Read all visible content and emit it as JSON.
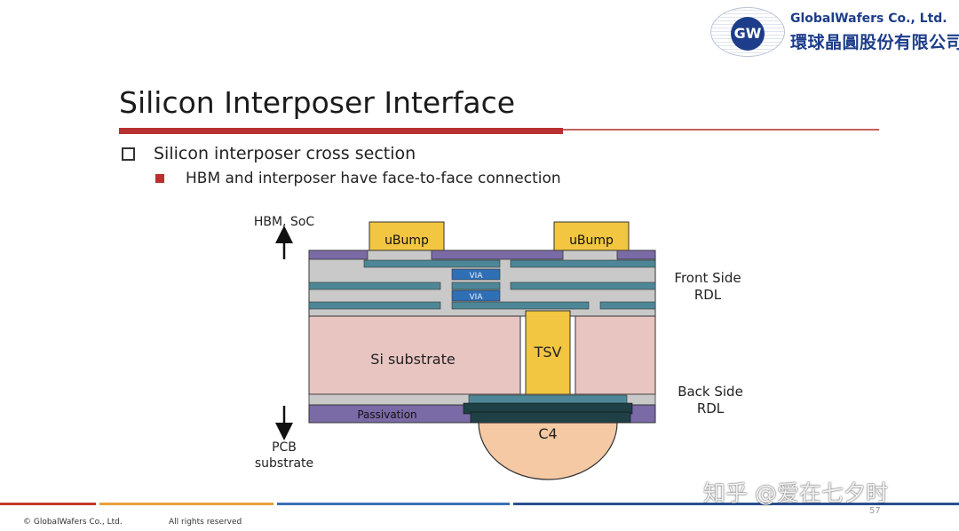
{
  "logo": {
    "badge": "GW",
    "company_en": "GlobalWafers Co., Ltd.",
    "company_zh": "環球晶圓股份有限公司"
  },
  "slide": {
    "title": "Silicon Interposer Interface",
    "bullet1": "Silicon interposer cross section",
    "bullet2": "HBM and interposer have face-to-face connection"
  },
  "diagram": {
    "top_label": "HBM, SoC",
    "bottom_label_line1": "PCB",
    "bottom_label_line2": "substrate",
    "ubump_label": "uBump",
    "via_label": "VIA",
    "si_substrate_label": "Si substrate",
    "tsv_label": "TSV",
    "passivation_label": "Passivation",
    "c4_label": "C4",
    "front_side_line1": "Front Side",
    "front_side_line2": "RDL",
    "back_side_line1": "Back Side",
    "back_side_line2": "RDL"
  },
  "colors": {
    "accent_red": "#b8312f",
    "brand_blue": "#1d3d8a",
    "ubump_yellow": "#f2c641",
    "passivation_purple": "#7a6aa6",
    "rdl_teal": "#4d8797",
    "substrate_pink": "#e8c5c1",
    "c4_peach": "#f5c9a3"
  },
  "footer": {
    "copyright": "© GlobalWafers Co., Ltd.",
    "rights": "All rights reserved",
    "page_number": "57"
  },
  "watermark": "知乎 @爱在七夕时"
}
